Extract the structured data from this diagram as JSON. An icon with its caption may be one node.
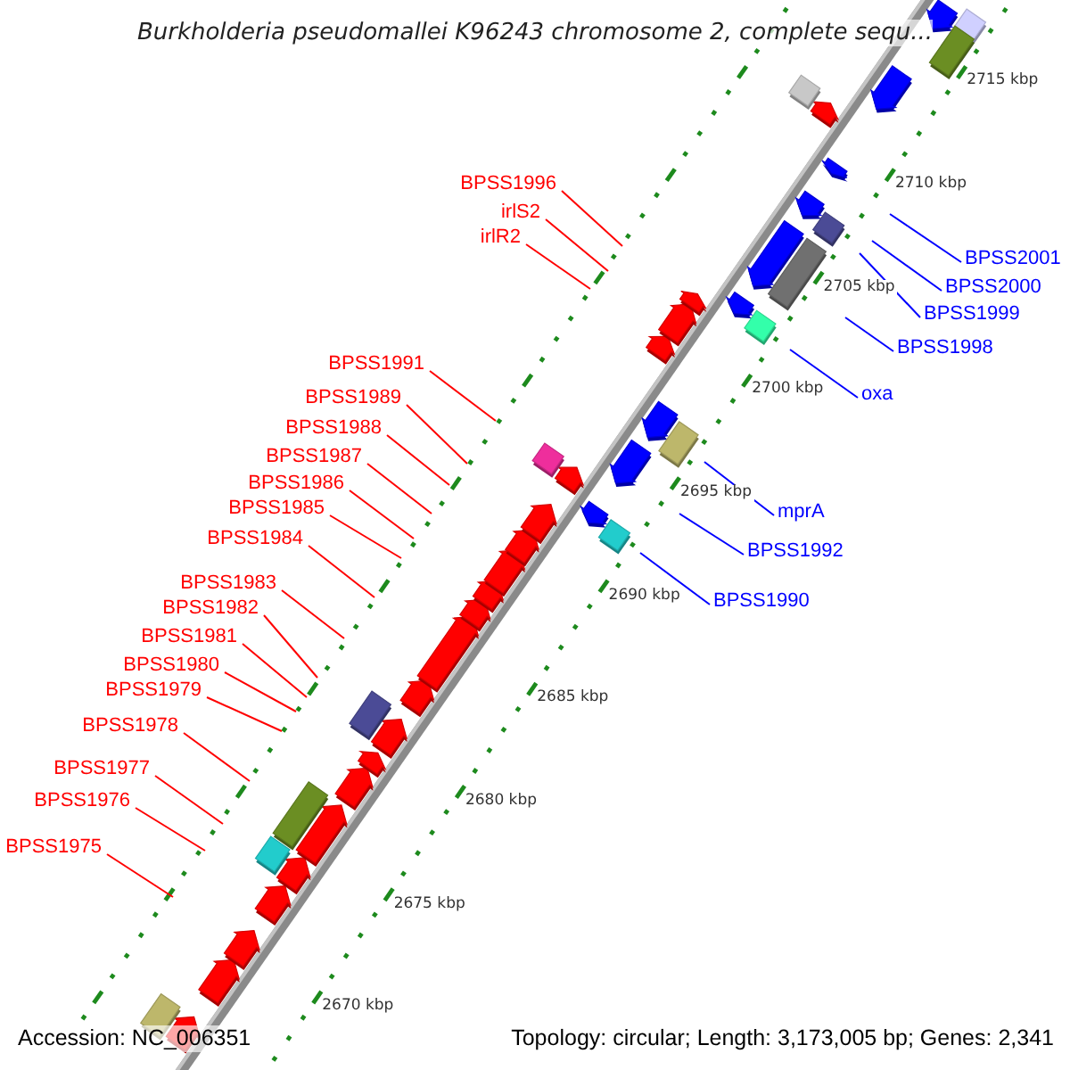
{
  "diagram": {
    "title": "Burkholderia pseudomallei K96243 chromosome 2, complete sequ...",
    "nodes": [
      {
        "text": [
          "BPSS1996"
        ]
      },
      {
        "text": [
          "irlS2"
        ]
      },
      {
        "text": [
          "irlR2"
        ]
      },
      {
        "text": [
          "BPSS2001"
        ]
      },
      {
        "text": [
          "BPSS2000"
        ]
      },
      {
        "text": [
          "BPSS1999"
        ]
      },
      {
        "text": [
          "BPSS1998"
        ]
      },
      {
        "text": [
          "BPSS1991"
        ]
      },
      {
        "text": [
          "oxa"
        ]
      },
      {
        "text": [
          "BPSS1989"
        ]
      },
      {
        "text": [
          "BPSS1988"
        ]
      },
      {
        "text": [
          "BPSS1987"
        ]
      },
      {
        "text": [
          "BPSS1986"
        ]
      },
      {
        "text": [
          "BPSS1985"
        ]
      },
      {
        "text": [
          "mprA"
        ]
      },
      {
        "text": [
          "BPSS1984"
        ]
      },
      {
        "text": [
          "BPSS1992"
        ]
      },
      {
        "text": [
          "BPSS1983"
        ]
      },
      {
        "text": [
          "BPSS1990"
        ]
      },
      {
        "text": [
          "BPSS1982"
        ]
      },
      {
        "text": [
          "BPSS1981"
        ]
      },
      {
        "text": [
          "BPSS1980"
        ]
      },
      {
        "text": [
          "BPSS1979"
        ]
      },
      {
        "text": [
          "BPSS1978"
        ]
      },
      {
        "text": [
          "BPSS1977"
        ]
      },
      {
        "text": [
          "BPSS1976"
        ]
      },
      {
        "text": [
          "BPSS1975"
        ]
      }
    ],
    "edges": [
      {
        "from": 0,
        "to": null,
        "arrow": "none"
      },
      {
        "from": 1,
        "to": null,
        "arrow": "none"
      },
      {
        "from": 2,
        "to": null,
        "arrow": "none"
      },
      {
        "from": 3,
        "to": null,
        "arrow": "none",
        "color": "#0000ff"
      },
      {
        "from": 4,
        "to": null,
        "arrow": "none",
        "color": "#0000ff"
      },
      {
        "from": 5,
        "to": null,
        "arrow": "none",
        "color": "#0000ff"
      },
      {
        "from": 6,
        "to": null,
        "arrow": "none",
        "color": "#0000ff"
      },
      {
        "from": 7,
        "to": null,
        "arrow": "none"
      },
      {
        "from": 8,
        "to": null,
        "arrow": "none",
        "color": "#0000ff"
      },
      {
        "from": 9,
        "to": null,
        "arrow": "none"
      },
      {
        "from": 10,
        "to": null,
        "arrow": "none"
      },
      {
        "from": 11,
        "to": null,
        "arrow": "none"
      },
      {
        "from": 12,
        "to": null,
        "arrow": "none"
      },
      {
        "from": 13,
        "to": null,
        "arrow": "none"
      },
      {
        "from": 14,
        "to": null,
        "arrow": "none",
        "color": "#0000ff"
      },
      {
        "from": 15,
        "to": null,
        "arrow": "none"
      },
      {
        "from": 16,
        "to": null,
        "arrow": "none",
        "color": "#0000ff"
      },
      {
        "from": 17,
        "to": null,
        "arrow": "none"
      },
      {
        "from": 18,
        "to": null,
        "arrow": "none",
        "color": "#0000ff"
      },
      {
        "from": 19,
        "to": null,
        "arrow": "none"
      },
      {
        "from": 20,
        "to": null,
        "arrow": "none"
      },
      {
        "from": 21,
        "to": null,
        "arrow": "none"
      },
      {
        "from": 22,
        "to": null,
        "arrow": "none"
      },
      {
        "from": 23,
        "to": null,
        "arrow": "none"
      },
      {
        "from": 24,
        "to": null,
        "arrow": "none"
      },
      {
        "from": 25,
        "to": null,
        "arrow": "none"
      },
      {
        "from": 26,
        "to": null,
        "arrow": "none"
      }
    ],
    "labels": [
      "2715 kbp",
      "2710 kbp",
      "2705 kbp",
      "2700 kbp",
      "2695 kbp",
      "2690 kbp",
      "2685 kbp",
      "2680 kbp",
      "2675 kbp",
      "2670 kbp",
      "Accession: NC_006351",
      "Topology: circular; Length: 3,173,005 bp; Genes: 2,341"
    ]
  }
}
